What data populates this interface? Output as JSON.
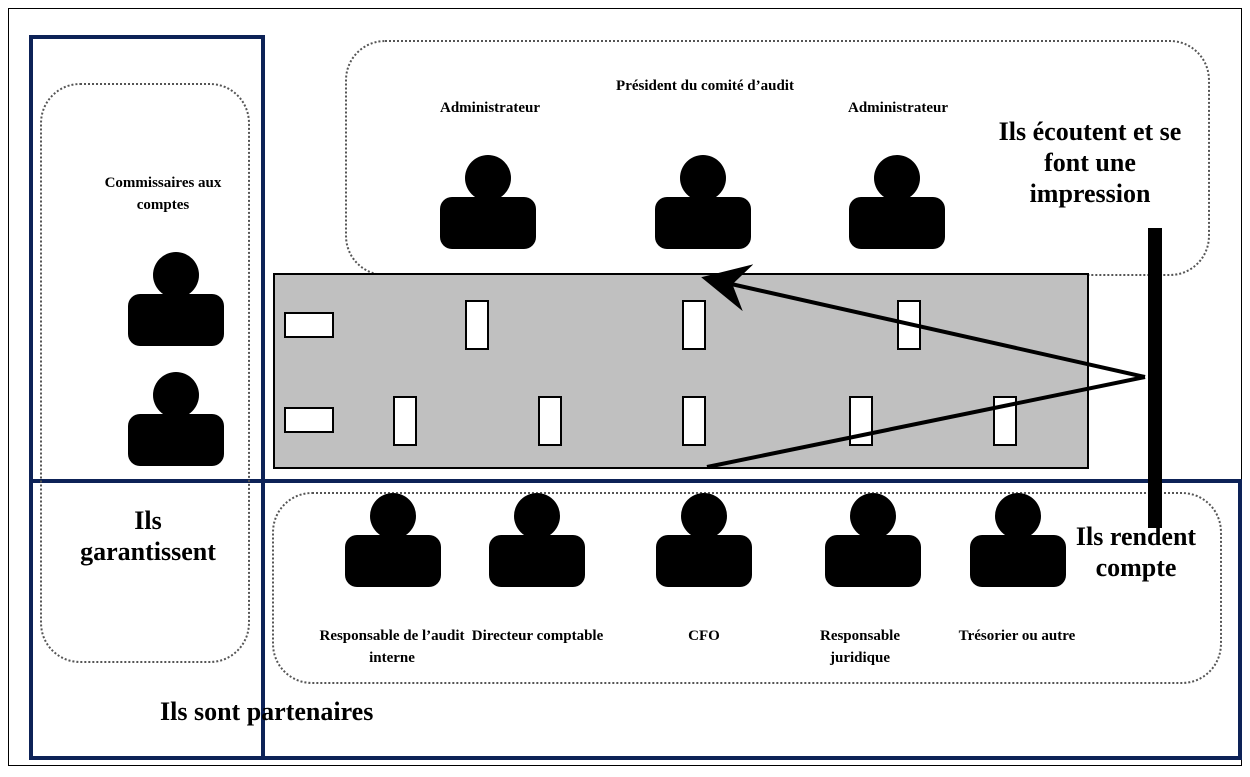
{
  "colors": {
    "frame_blue": "#0d2257",
    "table_gray": "#c0c0c0",
    "ink": "#000000"
  },
  "labels": {
    "commissaires": "Commissaires aux comptes",
    "administrateur_left": "Administrateur",
    "president": "Président du comité d’audit",
    "administrateur_right": "Administrateur",
    "ils_ecoutent": "Ils écoutent et se font une impression",
    "ils_garantissent": "Ils garantissent",
    "ils_rendent": "Ils rendent compte",
    "ils_sont_partenaires": "Ils sont partenaires",
    "resp_audit": "Responsable de l’audit interne",
    "dir_comptable": "Directeur comptable",
    "cfo": "CFO",
    "resp_juridique": "Responsable juridique",
    "tresorier": "Trésorier ou autre"
  },
  "icons": {
    "person": "person-icon"
  }
}
